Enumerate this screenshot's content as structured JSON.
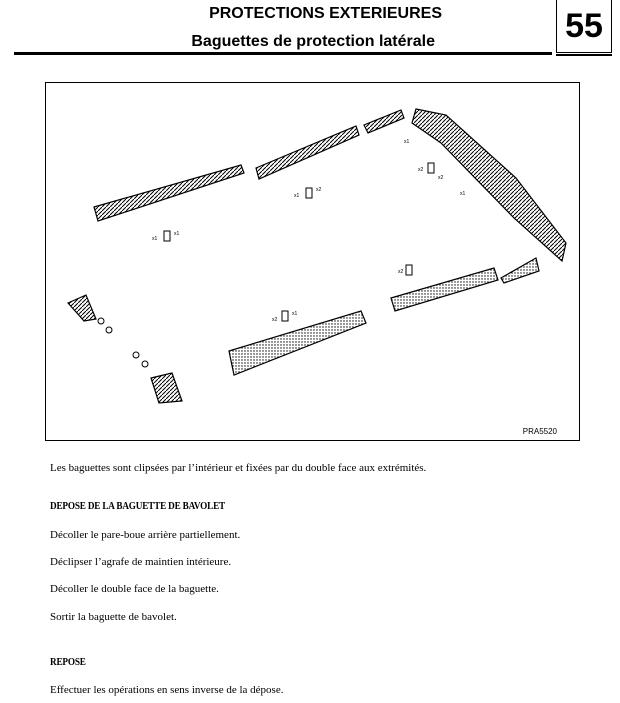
{
  "header": {
    "title": "PROTECTIONS EXTERIEURES",
    "subtitle": "Baguettes de protection latérale",
    "section_number": "55"
  },
  "figure": {
    "reference": "PRA5520",
    "callouts": [
      "x1",
      "x1",
      "x1",
      "x2",
      "x2",
      "x2",
      "x2",
      "x2",
      "x1",
      "x1",
      "x1"
    ]
  },
  "body": {
    "intro": "Les baguettes sont clipsées par l’intérieur et fixées par du double face aux extrémités.",
    "section1_heading": "DEPOSE DE LA BAGUETTE DE  BAVOLET",
    "steps": [
      "Décoller le pare-boue arrière partiellement.",
      "Déclipser l’agrafe de maintien intérieure.",
      "Décoller le  double face de la baguette.",
      "Sortir la baguette de bavolet."
    ],
    "section2_heading": "REPOSE",
    "repose_text": "Effectuer les opérations en sens inverse de la dépose."
  }
}
